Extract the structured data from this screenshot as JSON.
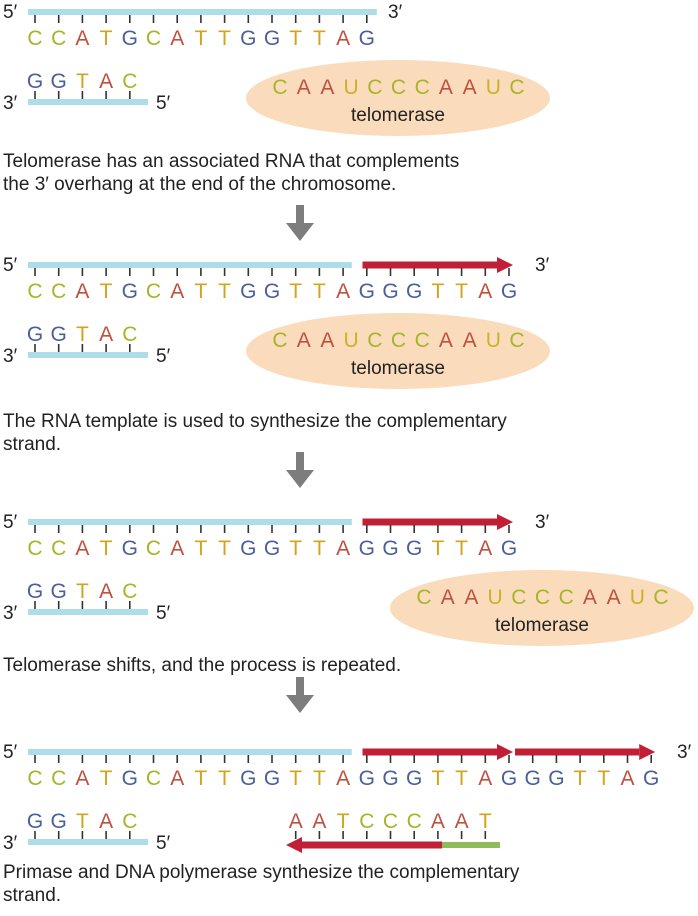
{
  "colors": {
    "A": "#c0503f",
    "C": "#a6b528",
    "T": "#d3a31c",
    "G": "#4a5f9b",
    "U": "#c9b22c",
    "backbone": "#addde9",
    "new_strand": "#c01f36",
    "primer": "#8fbb5b",
    "enzyme": "#fadcbc",
    "arrow": "#7d7d7d"
  },
  "common": {
    "five_prime": "5′",
    "three_prime": "3′",
    "lower_strand": "GGTAC",
    "enzyme_name": "telomerase",
    "rna_template": "CAAUCCCAAUC"
  },
  "panels": [
    {
      "top_strand": "CCATGCATTGGTTAG",
      "new_segments": 0,
      "enzyme": "left",
      "caption": "Telomerase has an associated RNA that complements\nthe 3′ overhang at the end of the chromosome."
    },
    {
      "top_strand": "CCATGCATTGGTTAGGGTTAG",
      "new_segments": 1,
      "enzyme": "left",
      "caption": "The RNA template is used to synthesize the complementary\nstrand."
    },
    {
      "top_strand": "CCATGCATTGGTTAGGGTTAG",
      "new_segments": 1,
      "enzyme": "right",
      "caption": "Telomerase shifts, and the process is repeated."
    },
    {
      "top_strand": "CCATGCATTGGTTAGGGTTAGGGTTAG",
      "new_segments": 2,
      "enzyme": "none",
      "complement": "AATCCCAAT",
      "caption": "Primase and DNA polymerase synthesize the complementary\nstrand."
    }
  ]
}
